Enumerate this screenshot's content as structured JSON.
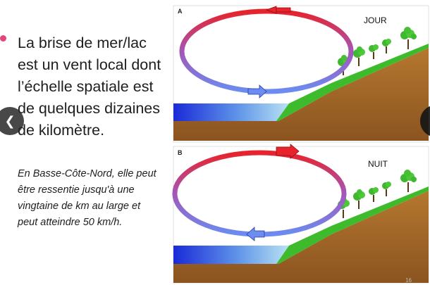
{
  "slide": {
    "main_text": "La brise de mer/lac est un vent local dont l’échelle spatiale est de quelques dizaines de kilomètre.",
    "sub_text": "En Basse-Côte-Nord, elle peut être ressentie jusqu'à une vingtaine de km au large et peut atteindre 50 km/h.",
    "page_number": "16"
  },
  "diagram": {
    "panel_a": {
      "letter": "A",
      "label": "JOUR"
    },
    "panel_b": {
      "letter": "B",
      "label": "NUIT"
    }
  },
  "navigation": {
    "prev_icon": "chevron-left-icon",
    "next_icon": "chevron-right-icon"
  },
  "colors": {
    "sea_dark": "#1a2ad8",
    "sea_light": "#a9d8ef",
    "land_green": "#3dbb2c",
    "soil_brown": "#a86d2a",
    "arrow_red": "#e8232b",
    "arrow_blue": "#6b8cf0",
    "bullet": "#e0457b"
  }
}
